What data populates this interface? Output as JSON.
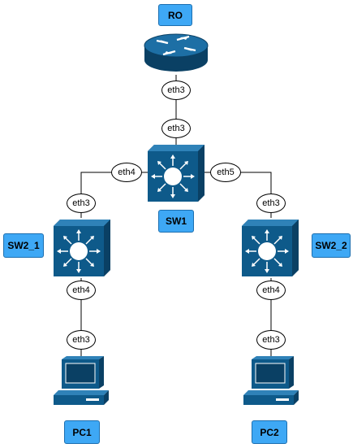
{
  "colors": {
    "device_fill": "#0e5a8a",
    "device_dark": "#0a4064",
    "device_light": "#2f82b8",
    "label_fill": "#3ea8f5",
    "line": "#000000"
  },
  "nodes": {
    "ro": {
      "label": "RO",
      "icon": "router-icon"
    },
    "sw1": {
      "label": "SW1",
      "icon": "switch-icon"
    },
    "sw2_1": {
      "label": "SW2_1",
      "icon": "switch-icon"
    },
    "sw2_2": {
      "label": "SW2_2",
      "icon": "switch-icon"
    },
    "pc1": {
      "label": "PC1",
      "icon": "workstation-icon"
    },
    "pc2": {
      "label": "PC2",
      "icon": "workstation-icon"
    }
  },
  "links": [
    {
      "from": "RO",
      "from_port": "eth3",
      "to": "SW1",
      "to_port": "eth3"
    },
    {
      "from": "SW1",
      "from_port": "eth4",
      "to": "SW2_1",
      "to_port": "eth3"
    },
    {
      "from": "SW1",
      "from_port": "eth5",
      "to": "SW2_2",
      "to_port": "eth3"
    },
    {
      "from": "SW2_1",
      "from_port": "eth4",
      "to": "PC1",
      "to_port": "eth3"
    },
    {
      "from": "SW2_2",
      "from_port": "eth4",
      "to": "PC2",
      "to_port": "eth3"
    }
  ]
}
